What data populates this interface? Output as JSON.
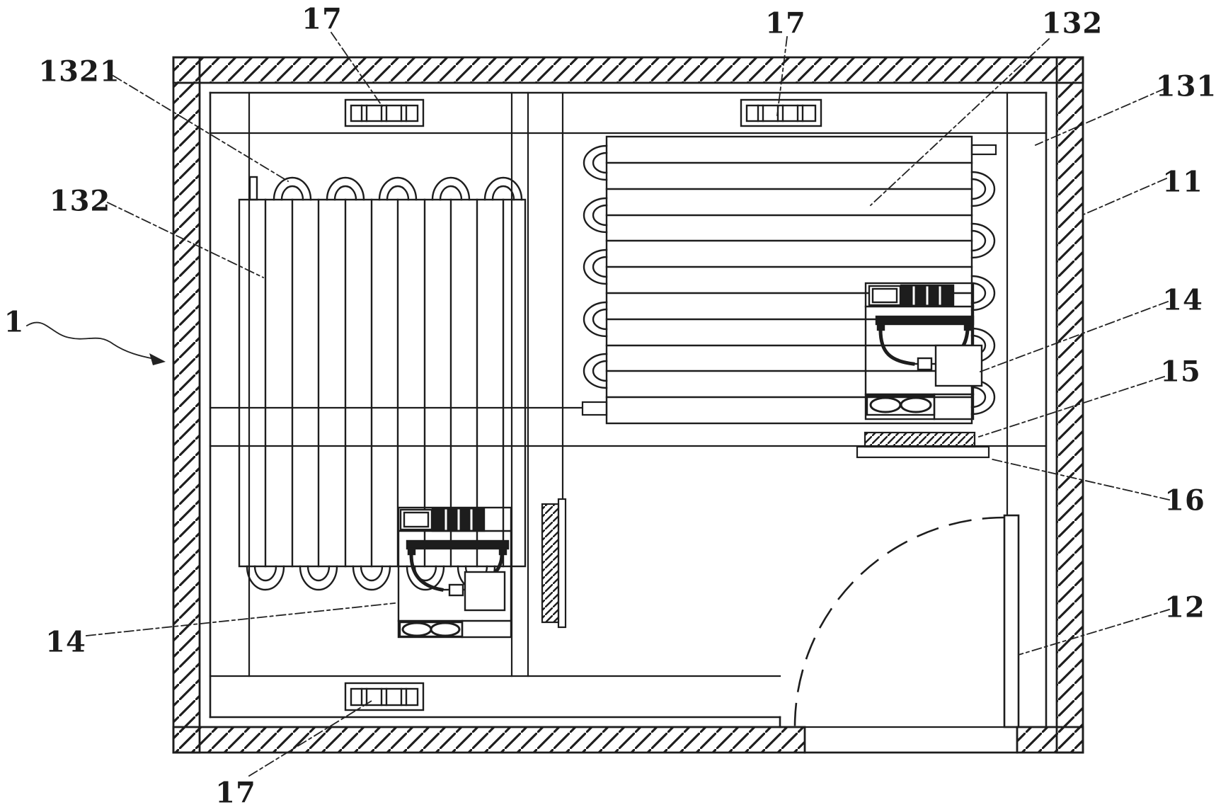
{
  "figure": {
    "kind": "patent line drawing",
    "view": "plan view of refrigeration chamber",
    "background_color": "#ffffff",
    "line_color": "#1d1d1d"
  },
  "labels": [
    {
      "text": "17",
      "points_to": "top-wall-vent-left"
    },
    {
      "text": "1321",
      "points_to": "coil-u-bend"
    },
    {
      "text": "132",
      "points_to": "left-cooling-coil"
    },
    {
      "text": "1",
      "points_to": "whole-apparatus"
    },
    {
      "text": "14",
      "points_to": "left-fan-unit"
    },
    {
      "text": "17",
      "points_to": "bottom-wall-vent"
    },
    {
      "text": "17",
      "points_to": "top-wall-vent-right"
    },
    {
      "text": "132",
      "points_to": "right-cooling-coil"
    },
    {
      "text": "131",
      "points_to": "wall-air-channel"
    },
    {
      "text": "11",
      "points_to": "outer-insulated-wall"
    },
    {
      "text": "14",
      "points_to": "right-fan-unit"
    },
    {
      "text": "15",
      "points_to": "hatched-strip"
    },
    {
      "text": "16",
      "points_to": "backing-plate"
    },
    {
      "text": "12",
      "points_to": "door"
    }
  ]
}
